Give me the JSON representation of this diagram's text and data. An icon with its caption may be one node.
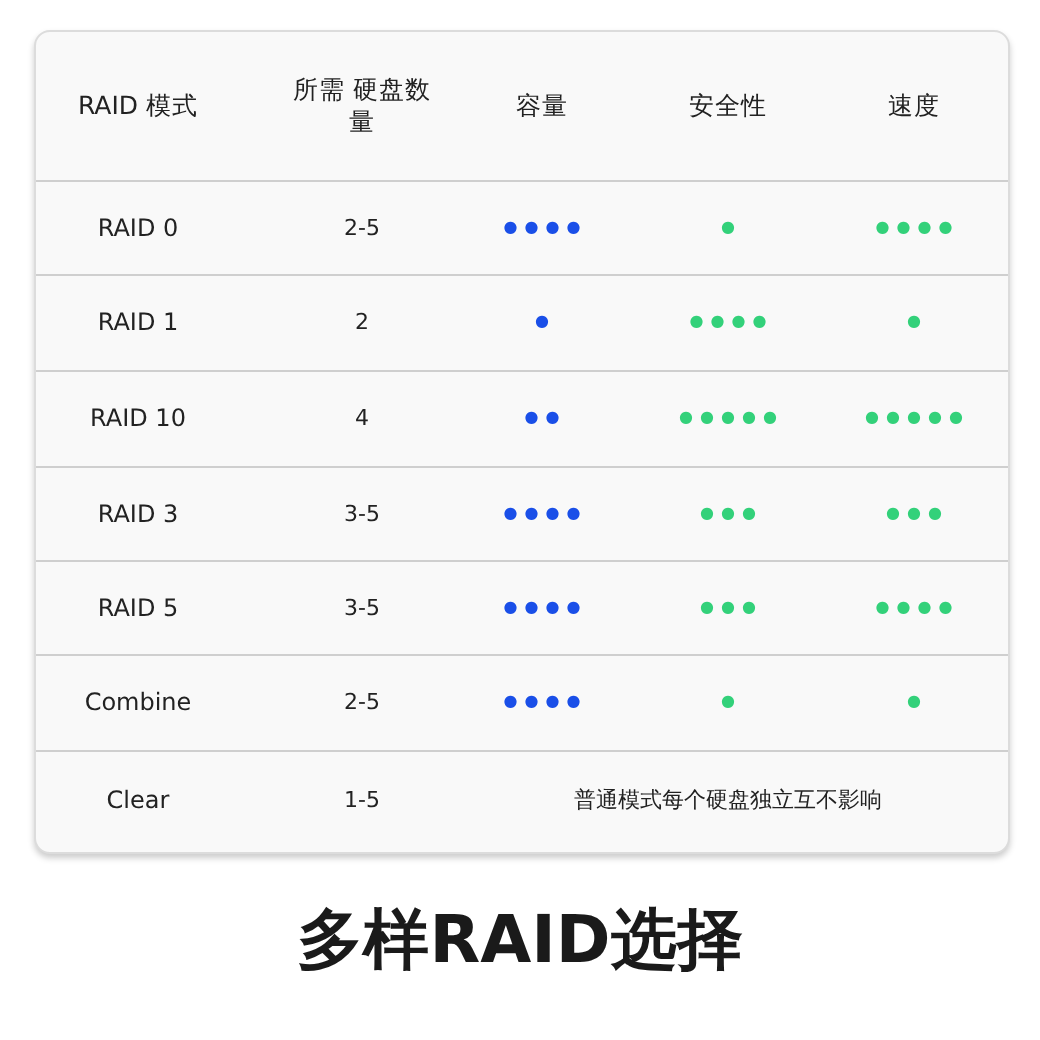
{
  "diagram": {
    "title": "多样RAID选择",
    "labels": [
      "RAID 模式",
      "所需 硬盘数量",
      "容量",
      "安全性",
      "速度",
      "RAID 0",
      "2-5",
      "●●●●",
      "●",
      "●●●●",
      "RAID 1",
      "2",
      "●",
      "●●●●",
      "●",
      "RAID 10",
      "4",
      "●●",
      "●●●●●",
      "●●●●●",
      "RAID 3",
      "3-5",
      "●●●●",
      "●●●",
      "●●●",
      "RAID 5",
      "3-5",
      "●●●●",
      "●●●",
      "●●●●",
      "Combine",
      "2-5",
      "●●●●",
      "●",
      "●",
      "Clear",
      "1-5",
      "普通模式每个硬盘独立互不影响"
    ]
  }
}
